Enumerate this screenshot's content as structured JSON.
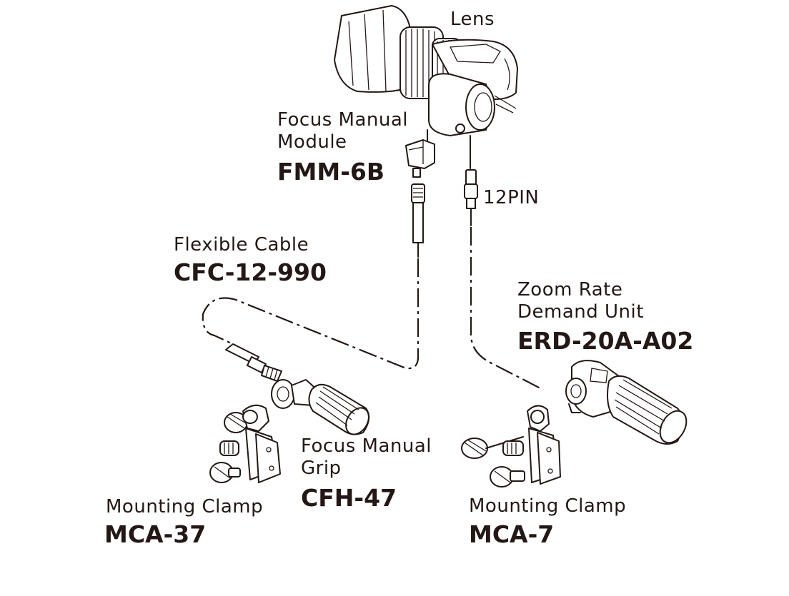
{
  "labels": {
    "lens": "Lens",
    "fmm_name": [
      "Focus Manual",
      "Module"
    ],
    "fmm_code": "FMM-6B",
    "pin": "12PIN",
    "cable_name": "Flexible Cable",
    "cable_code": "CFC-12-990",
    "zoom_name": [
      "Zoom Rate",
      "Demand Unit"
    ],
    "zoom_code": "ERD-20A-A02",
    "grip_name": [
      "Focus Manual",
      "Grip"
    ],
    "grip_code": "CFH-47",
    "clamp_left_name": "Mounting Clamp",
    "clamp_left_code": "MCA-37",
    "clamp_right_name": "Mounting Clamp",
    "clamp_right_code": "MCA-7"
  },
  "colors": {
    "ink": "#231815",
    "background": "#ffffff"
  }
}
